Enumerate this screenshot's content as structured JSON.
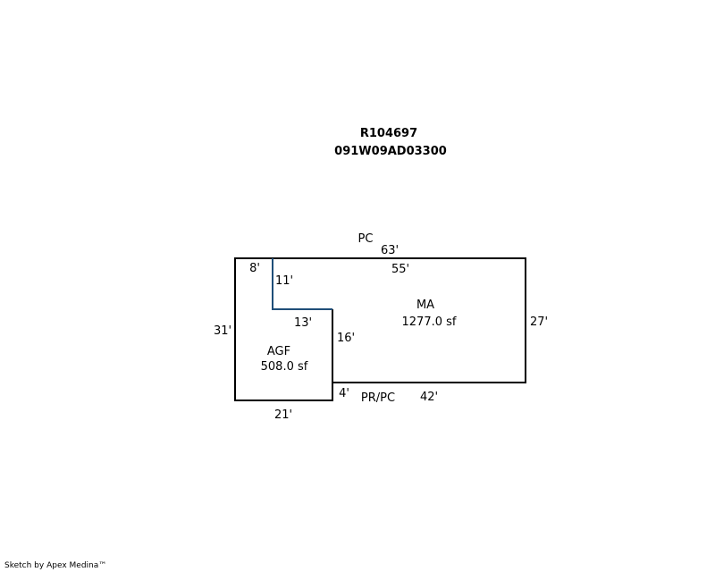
{
  "header": {
    "account_id": "R104697",
    "parcel_id": "091W09AD03300"
  },
  "areas": {
    "main": {
      "code": "MA",
      "area": "1277.0 sf"
    },
    "garage": {
      "code": "AGF",
      "area": "508.0 sf"
    },
    "top_label": "PC",
    "bottom_label": "PR/PC"
  },
  "dimensions": {
    "top_total": "63'",
    "top_inner": "55'",
    "top_left": "8'",
    "notch_vertical": "11'",
    "notch_horizontal": "13'",
    "left_side": "31'",
    "right_side": "27'",
    "garage_right": "16'",
    "step": "4'",
    "bottom_left": "21'",
    "bottom_right": "42'"
  },
  "colors": {
    "outline": "#000000",
    "interior_line": "#1f4e79"
  },
  "footer": {
    "credit": "Sketch by Apex Medina™"
  }
}
